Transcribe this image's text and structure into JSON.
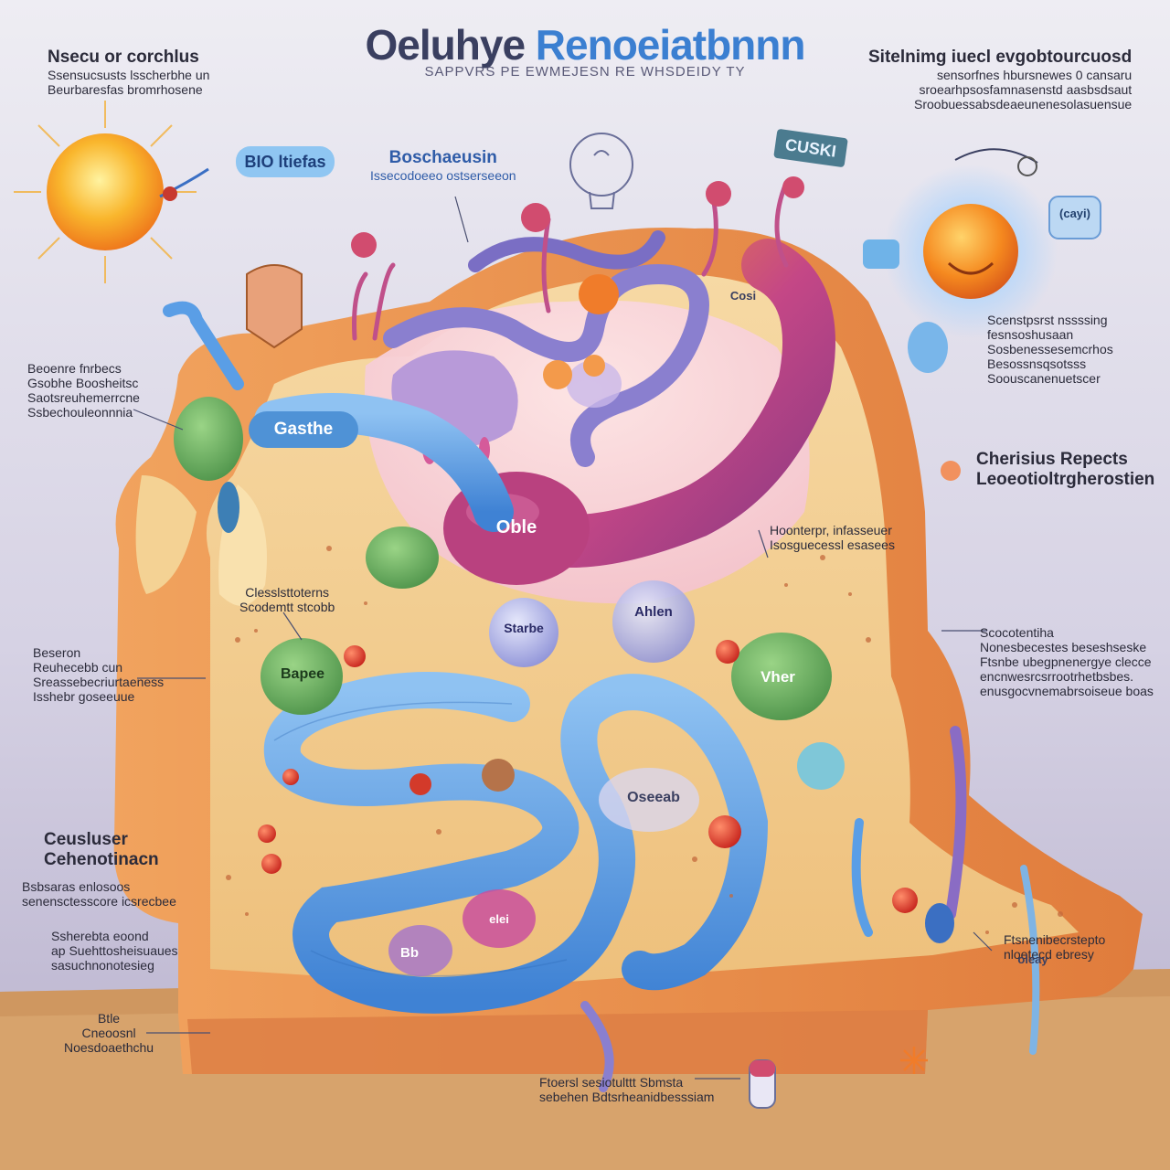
{
  "title": {
    "main_prefix": "Oeluhye",
    "main_suffix": " Renoeiatbnnn",
    "subtitle": "SAPPVRS PE EWMEJESN RE WHSDEIDY TY"
  },
  "colors": {
    "background_top": "#e9e6f1",
    "background_bottom": "#bdb7d2",
    "title_blue": "#3b7fd1",
    "title_dark": "#3a3f60",
    "cell_tan": "#f1c98a",
    "cell_edge": "#e39a56",
    "tube_blue": "#5a9ee6",
    "organelle_pink": "#b53d7a",
    "organelle_green": "#6cae5c",
    "sun_orange": "#f7b02a",
    "floor": "#d9a56d"
  },
  "labels": {
    "top_left": [
      "Nsecu or corchlus",
      "Ssensucsusts lsscherbhe un",
      "Beurbaresfas bromrhosene"
    ],
    "top_right": [
      "Sitelnimg iuecl evgobtourcuosd",
      "sensorfnes hbursnewes 0 cansaru",
      "sroearhpsosfamnasenstd aasbsdsaut",
      "Sroobuessabsdeaeunenesolasuensue"
    ],
    "upper_left": [
      "Beoenre fnrbecs",
      "Gsobhe Boosheitsc",
      "Saotsreuhemerrcne",
      "Ssbechouleonnnia"
    ],
    "top_center": [
      "Boschaeusin",
      "Issecodoeeo ostserseeon"
    ],
    "right_upper": [
      "Scenstpsrst nssssing",
      "fesnsoshusaan",
      "Sosbenessesemcrhos",
      "Besossnsqsotsss",
      "Soouscanenuetscer"
    ],
    "right_middle": [
      "Cherisius Repects",
      "Leoeotioltrgherostien"
    ],
    "center_right": [
      "Hoonterpr, infasseuer",
      "Isosguecessl esasees"
    ],
    "center_left": [
      "Clesslsttoterns",
      "Scodemtt stcobb"
    ],
    "left_middle": [
      "Beseron",
      "Reuhecebb cun",
      "Sreassebecriurtaeness",
      "Isshebr goseeuue"
    ],
    "right_lower": [
      "Scocotentiha",
      "Nonesbecestes beseshseske",
      "Ftsnbe ubegpnenergye clecce",
      "encnwesrcsrrootrhetbsbes.",
      "enusgocvnemabrsoiseue boas"
    ],
    "left_lower": [
      "Ceusluser",
      "Cehenotinacn"
    ],
    "left_lower2": [
      "Bsbsaras enlosoos",
      "senensctesscore icsrecbee"
    ],
    "left_bottom": [
      "Ssherebta eoond",
      "ap Suehttosheisuaues",
      "sasuchnonotesieg"
    ],
    "bottom_left": [
      "Btle",
      "Cneoosnl",
      "Noesdoaethchu"
    ],
    "right_bottom": [
      "Ftsnenibecrstepto",
      "nloetecd ebresy"
    ],
    "bottom_center": [
      "Ftoersl sesiotulttt Sbmsta",
      "sebehen Bdtsrheanidbesssiam"
    ]
  },
  "tags": {
    "sticker_left": "BIO ltiefas",
    "sticker_right": "CUSKI",
    "sticker_orb": "(cayi)",
    "gastre": "Gasthe",
    "oble": "Oble",
    "starbo": "Starbe",
    "baper": "Bapee",
    "ahlen": "Ahlen",
    "nher": "Vher",
    "oseb": "Oseeab",
    "cosi": "Cosi",
    "elei": "elei",
    "bb": "Bb",
    "olesy": "oleay"
  },
  "icons": {
    "sun": "sun-icon",
    "orb": "smiling-orb-icon",
    "lightbulb": "lightbulb-icon",
    "pill": "pill-icon",
    "spark": "spark-icon"
  }
}
